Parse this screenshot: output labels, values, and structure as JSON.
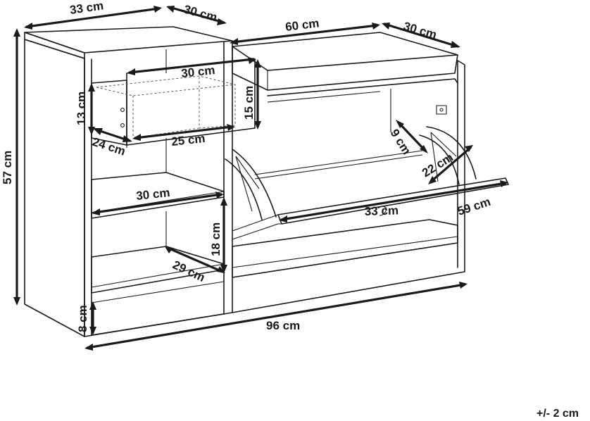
{
  "dimensions": {
    "top_depth_left": "33 cm",
    "top_depth_right": "30 cm",
    "seat_width": "60 cm",
    "seat_depth": "30 cm",
    "height_total": "57 cm",
    "drawer_width": "30 cm",
    "drawer_height_outer": "15 cm",
    "drawer_height_inner": "13 cm",
    "drawer_depth": "24 cm",
    "drawer_inner_width": "25 cm",
    "shelf_width": "30 cm",
    "shelf_height": "18 cm",
    "shelf_depth": "29 cm",
    "flap_height": "9 cm",
    "flap_depth": "22 cm",
    "flap_width": "33 cm",
    "flap_length": "59 cm",
    "plinth_height": "8 cm",
    "total_width": "96 cm"
  },
  "tolerance": "+/- 2 cm"
}
